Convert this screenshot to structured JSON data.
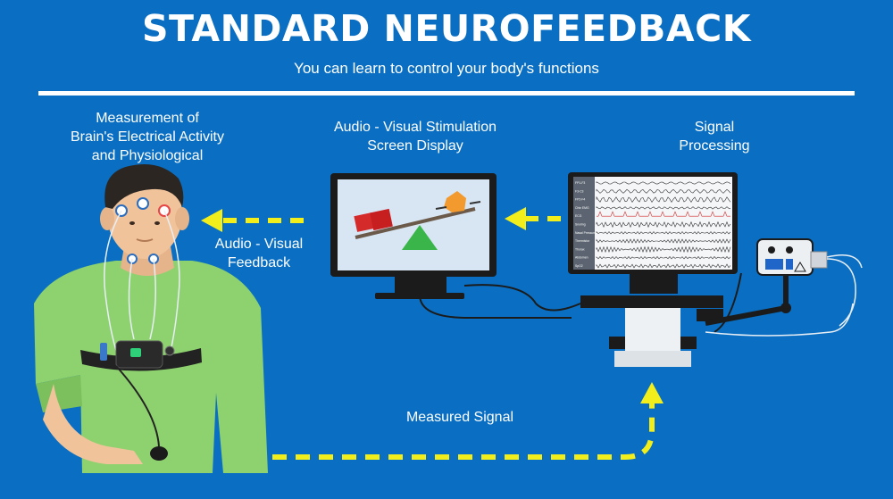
{
  "header": {
    "title": "STANDARD NEUROFEEDBACK",
    "subtitle": "You can learn to control your body's functions"
  },
  "labels": {
    "measurement": [
      "Measurement of",
      "Brain's Electrical Activity",
      "and Physiological"
    ],
    "stimulation": [
      "Audio - Visual Stimulation",
      "Screen Display"
    ],
    "processing": [
      "Signal",
      "Processing"
    ],
    "feedback": [
      "Audio - Visual",
      "Feedback"
    ],
    "measured_signal": "Measured Signal"
  },
  "signal_monitor": {
    "channels": [
      "FP1-F3",
      "F3-C3",
      "FP2-F4",
      "Chin EMG",
      "ECG",
      "Snoring",
      "Nasal Pressure",
      "Thermistor",
      "Thorax",
      "Abdomen",
      "SpO2"
    ]
  },
  "colors": {
    "background": "#0a6fc2",
    "arrow": "#f2ee1c",
    "shirt": "#8ed16f",
    "skin": "#f1c39b",
    "hair": "#2b2622"
  }
}
